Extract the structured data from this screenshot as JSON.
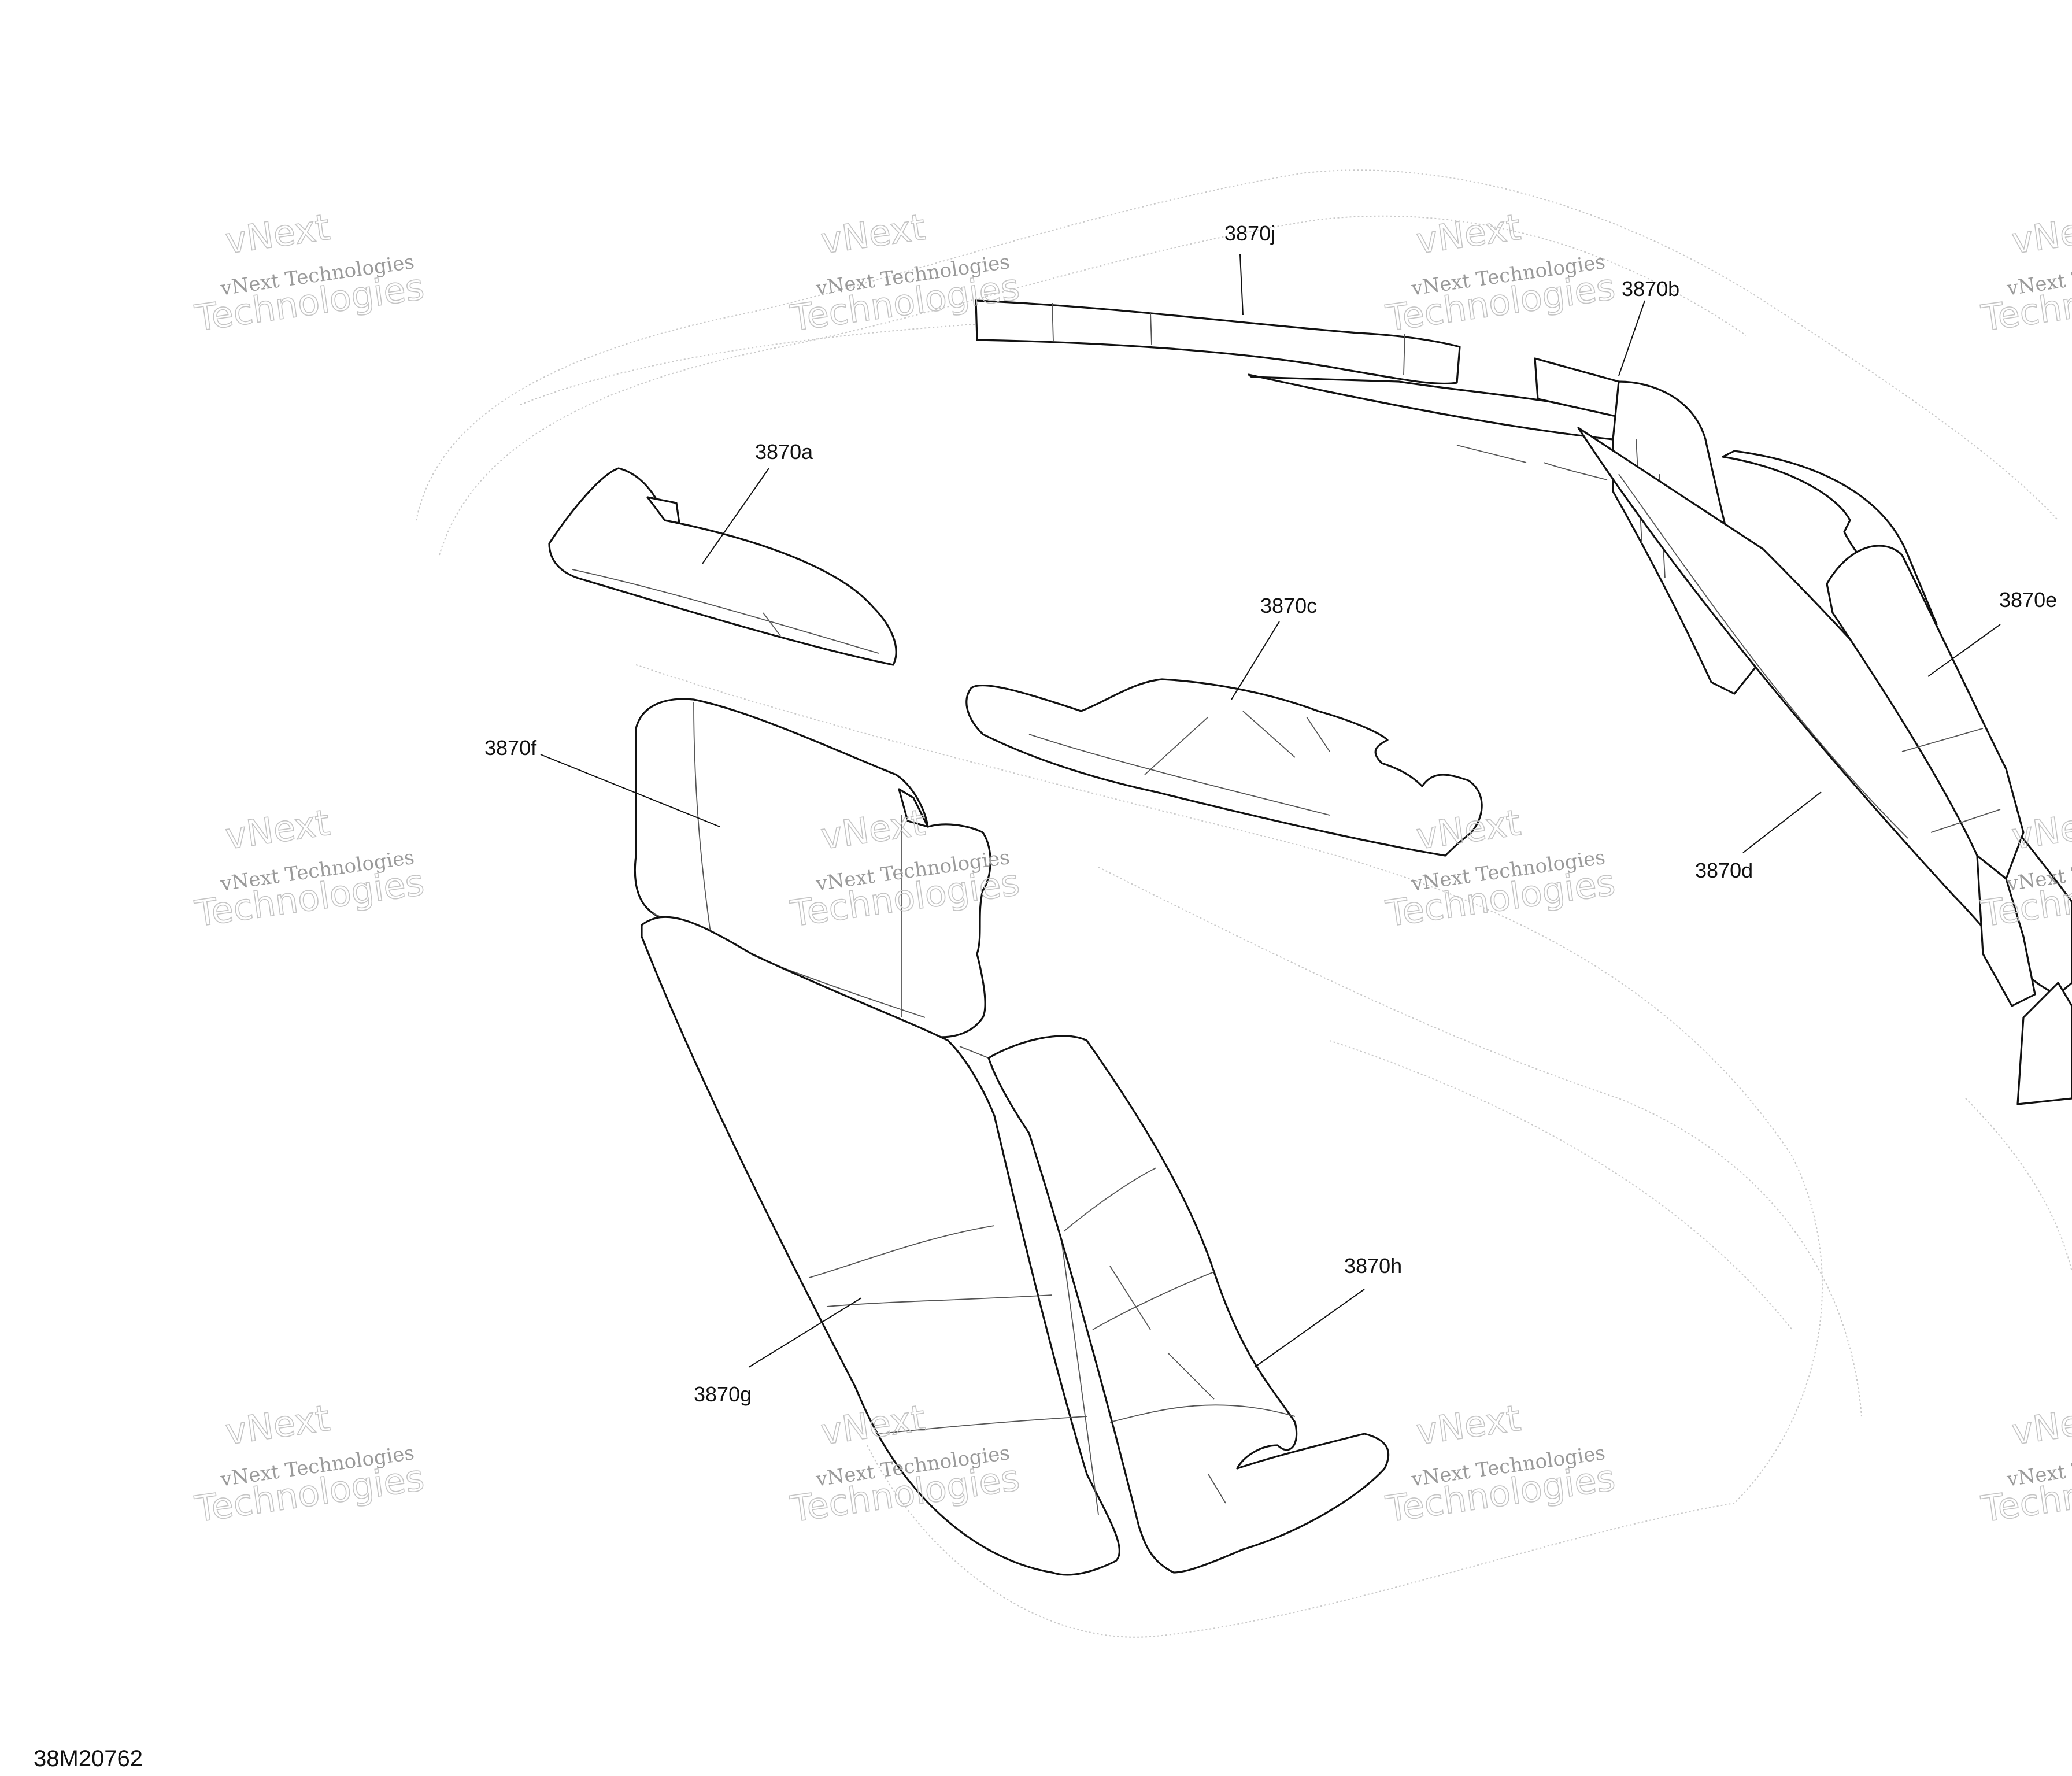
{
  "diagram": {
    "document_number": "38M20762",
    "callouts": [
      {
        "id": "3870j",
        "text": "3870j"
      },
      {
        "id": "3870b",
        "text": "3870b"
      },
      {
        "id": "3870a",
        "text": "3870a"
      },
      {
        "id": "3870c",
        "text": "3870c"
      },
      {
        "id": "3870e",
        "text": "3870e"
      },
      {
        "id": "3870f",
        "text": "3870f"
      },
      {
        "id": "3870d",
        "text": "3870d"
      },
      {
        "id": "3870h",
        "text": "3870h"
      },
      {
        "id": "3870g",
        "text": "3870g"
      }
    ],
    "watermark": {
      "line1": "vNext Technologies",
      "line2": "vNext",
      "line3": "Technologies"
    }
  }
}
